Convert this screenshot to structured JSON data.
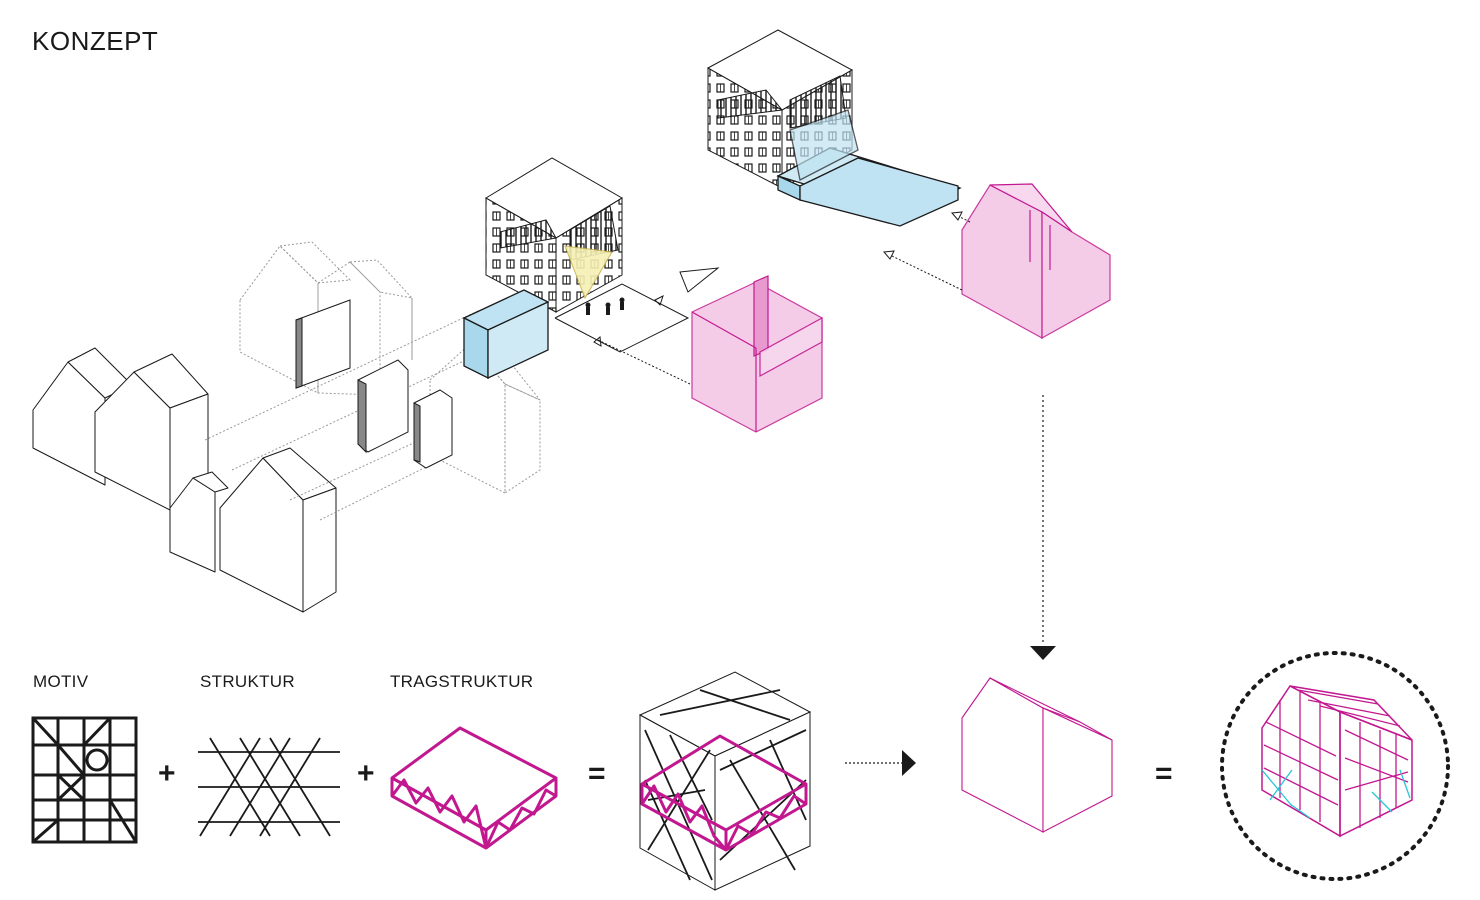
{
  "title": "KONZEPT",
  "labels": {
    "motiv": "MOTIV",
    "struktur": "STRUKTUR",
    "tragstruktur": "TRAGSTRUKTUR"
  },
  "operators": {
    "plus": "+",
    "equals": "="
  },
  "colors": {
    "magenta": "#c2188f",
    "pink_fill": "#f3c4e4",
    "blue_fill": "#bfe3f2",
    "yellow_fill": "#f6f0b4",
    "cyan": "#29c6d6",
    "ink": "#1a1a1a"
  }
}
